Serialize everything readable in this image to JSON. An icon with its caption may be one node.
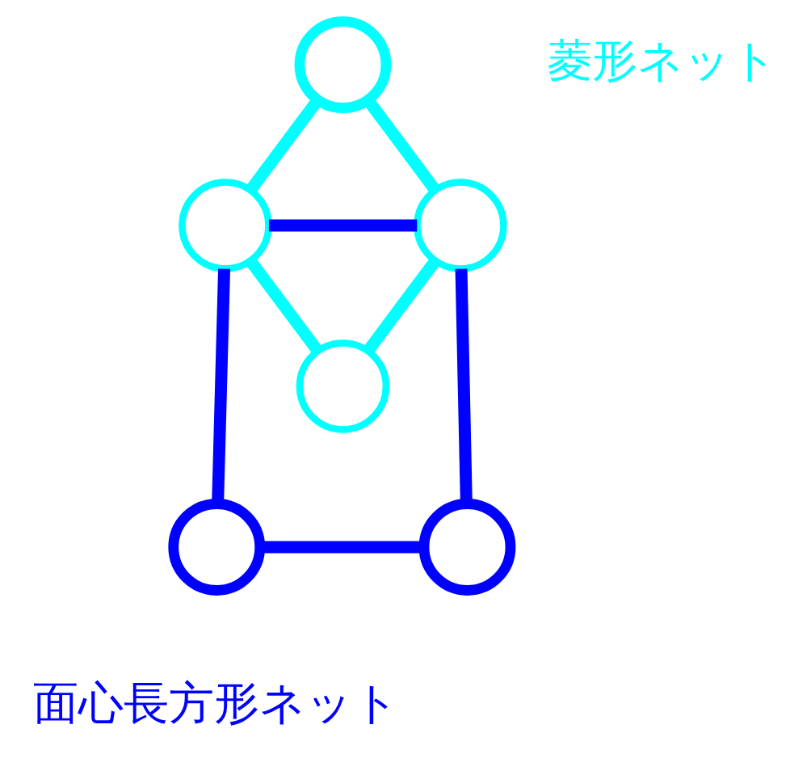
{
  "diagram": {
    "nodes": [
      {
        "text": [],
        "shape": "circle"
      },
      {
        "text": [],
        "shape": "circle"
      },
      {
        "text": [],
        "shape": "circle"
      },
      {
        "text": [],
        "shape": "circle"
      },
      {
        "text": [],
        "shape": "circle"
      },
      {
        "text": [],
        "shape": "circle"
      }
    ],
    "edges": [
      {
        "from": 0,
        "to": 1,
        "arrow": "none",
        "color": "#00ffff"
      },
      {
        "from": 0,
        "to": 2,
        "arrow": "none",
        "color": "#00ffff"
      },
      {
        "from": 1,
        "to": 2,
        "arrow": "none",
        "color": "#0000ff"
      },
      {
        "from": 1,
        "to": 3,
        "arrow": "none",
        "color": "#00ffff"
      },
      {
        "from": 3,
        "to": 2,
        "arrow": "none",
        "color": "#00ffff"
      },
      {
        "from": 1,
        "to": 4,
        "arrow": "none",
        "color": "#0000ff"
      },
      {
        "from": 2,
        "to": 5,
        "arrow": "none",
        "color": "#0000ff"
      },
      {
        "from": 4,
        "to": 5,
        "arrow": "none",
        "color": "#0000ff"
      }
    ],
    "labels": [
      "菱形ネット",
      "面心長方形ネット"
    ]
  }
}
